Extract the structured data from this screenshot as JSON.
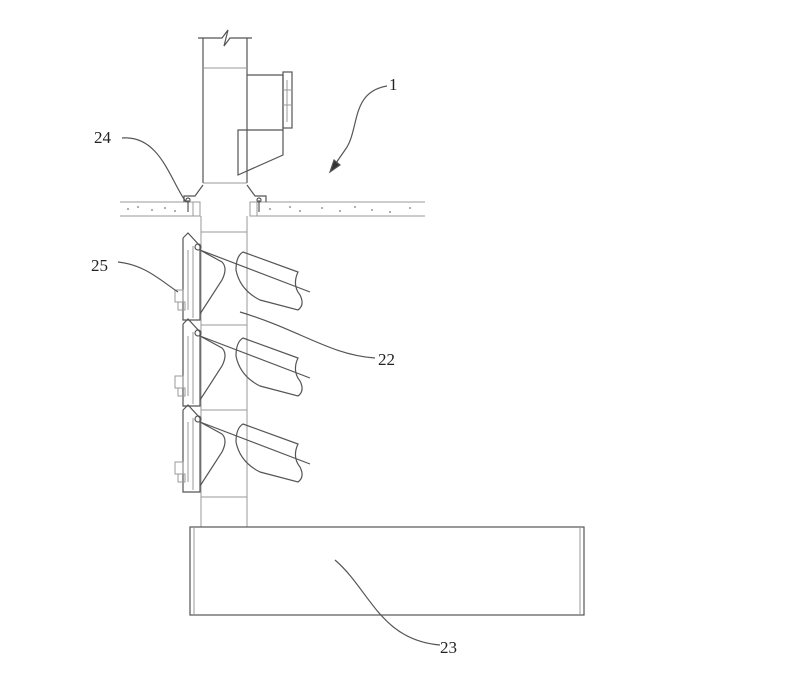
{
  "figure": {
    "labels": {
      "assembly": "1",
      "column_pipe": "22",
      "base": "23",
      "floor_bracket": "24",
      "louver_unit": "25"
    }
  }
}
